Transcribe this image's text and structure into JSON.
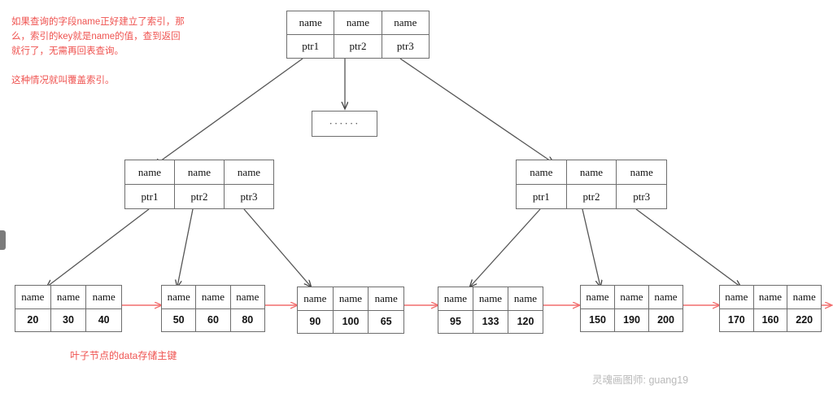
{
  "diagram": {
    "title_note": "如果查询的字段name正好建立了索引，那么，索引的key就是name的值，查到返回就行了，无需再回表查询。\n\n这种情况就叫覆盖索引。",
    "leaf_note": "叶子节点的data存储主键",
    "watermark": "灵魂画图师: guang19",
    "colors": {
      "annotation_red": "#ef5350",
      "link_arrow_red": "#f26d6d",
      "node_border": "#6e6e6e",
      "tree_edge": "#555555",
      "watermark_gray": "#b9b9b9"
    },
    "root": {
      "label": "root-node",
      "keys": [
        "name",
        "name",
        "name"
      ],
      "pointers": [
        "ptr1",
        "ptr2",
        "ptr3"
      ]
    },
    "middle_placeholder": {
      "label": "ellipsis-node",
      "text": "······"
    },
    "internal_nodes": [
      {
        "label": "internal-node-left",
        "keys": [
          "name",
          "name",
          "name"
        ],
        "pointers": [
          "ptr1",
          "ptr2",
          "ptr3"
        ]
      },
      {
        "label": "internal-node-right",
        "keys": [
          "name",
          "name",
          "name"
        ],
        "pointers": [
          "ptr1",
          "ptr2",
          "ptr3"
        ]
      }
    ],
    "leaf_nodes": [
      {
        "label": "leaf-1",
        "keys": [
          "name",
          "name",
          "name"
        ],
        "values": [
          "20",
          "30",
          "40"
        ]
      },
      {
        "label": "leaf-2",
        "keys": [
          "name",
          "name",
          "name"
        ],
        "values": [
          "50",
          "60",
          "80"
        ]
      },
      {
        "label": "leaf-3",
        "keys": [
          "name",
          "name",
          "name"
        ],
        "values": [
          "90",
          "100",
          "65"
        ]
      },
      {
        "label": "leaf-4",
        "keys": [
          "name",
          "name",
          "name"
        ],
        "values": [
          "95",
          "133",
          "120"
        ]
      },
      {
        "label": "leaf-5",
        "keys": [
          "name",
          "name",
          "name"
        ],
        "values": [
          "150",
          "190",
          "200"
        ]
      },
      {
        "label": "leaf-6",
        "keys": [
          "name",
          "name",
          "name"
        ],
        "values": [
          "170",
          "160",
          "220"
        ]
      }
    ]
  }
}
